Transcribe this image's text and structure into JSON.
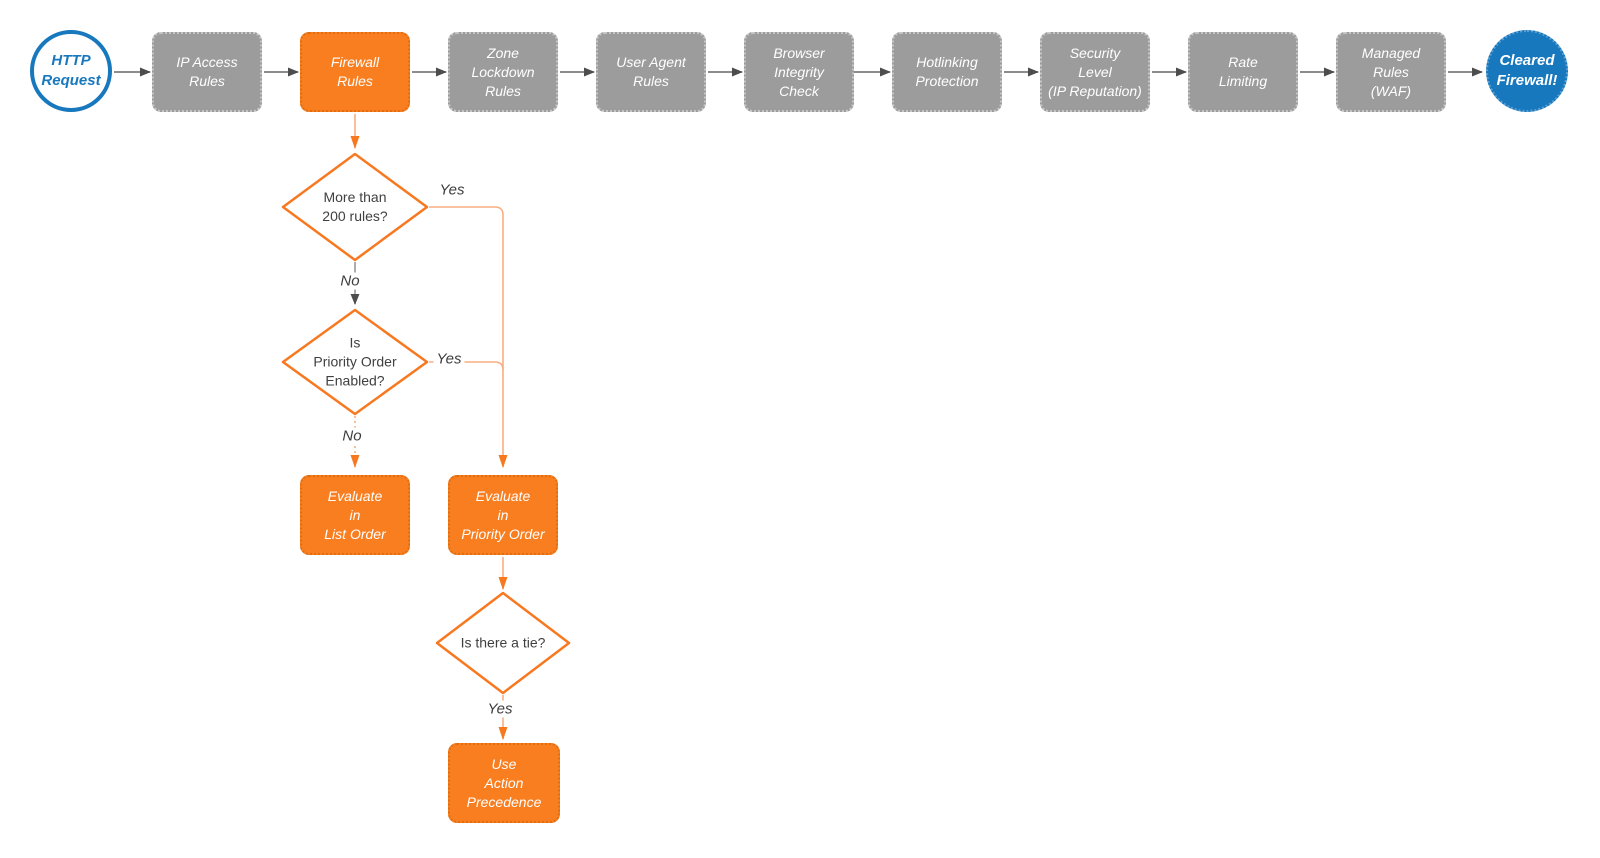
{
  "diagram": {
    "description": "Cloudflare firewall request evaluation flowchart",
    "colors": {
      "accent_orange": "#f87e20",
      "connector_orange_light": "#f9ae80",
      "node_gray": "#9c9c9c",
      "brand_blue": "#1878be",
      "arrow_gray": "#4d4d4d",
      "text_dark": "#404040"
    },
    "nodes": {
      "http_request": {
        "label": "HTTP\nRequest"
      },
      "ip_access": {
        "label": "IP Access\nRules"
      },
      "firewall": {
        "label": "Firewall\nRules"
      },
      "zone_lockdown": {
        "label": "Zone\nLockdown\nRules"
      },
      "user_agent": {
        "label": "User Agent\nRules"
      },
      "browser_integrity": {
        "label": "Browser\nIntegrity\nCheck"
      },
      "hotlinking": {
        "label": "Hotlinking\nProtection"
      },
      "security_level": {
        "label": "Security\nLevel\n(IP Reputation)"
      },
      "rate_limiting": {
        "label": "Rate\nLimiting"
      },
      "managed_rules": {
        "label": "Managed\nRules\n(WAF)"
      },
      "cleared": {
        "label": "Cleared\nFirewall!"
      },
      "d_more_than_200": {
        "label": "More than\n200 rules?"
      },
      "d_priority_order": {
        "label": "Is\nPriority Order\nEnabled?"
      },
      "d_tie": {
        "label": "Is there a tie?"
      },
      "evaluate_list": {
        "label": "Evaluate\nin\nList Order"
      },
      "evaluate_priority": {
        "label": "Evaluate\nin\nPriority Order"
      },
      "action_precedence": {
        "label": "Use\nAction\nPrecedence"
      }
    },
    "edge_labels": {
      "d1_yes": "Yes",
      "d1_no": "No",
      "d2_yes": "Yes",
      "d2_no": "No",
      "d3_yes": "Yes"
    }
  }
}
